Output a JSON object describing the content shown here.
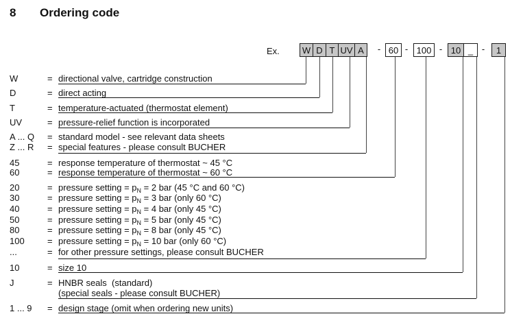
{
  "title": {
    "number": "8",
    "text": "Ordering code"
  },
  "example": {
    "label": "Ex.",
    "separator": "-",
    "boxes": [
      {
        "text": "W",
        "filled": true
      },
      {
        "text": "D",
        "filled": true
      },
      {
        "text": "T",
        "filled": true
      },
      {
        "text": "UV",
        "filled": true
      },
      {
        "text": "A",
        "filled": true
      },
      {
        "text": "60",
        "filled": false
      },
      {
        "text": "100",
        "filled": false
      },
      {
        "text": "10",
        "filled": true
      },
      {
        "text": "_",
        "filled": false
      },
      {
        "text": "1",
        "filled": true
      }
    ]
  },
  "symbols": {
    "equals": "="
  },
  "colors": {
    "page_bg": "#ffffff",
    "text": "#111111",
    "box_fill": "#c6c6c6",
    "box_border": "#1a1a1a",
    "connector_line": "#444444",
    "underline": "#111111"
  },
  "rows": [
    {
      "code": "W",
      "text": "directional valve, cartridge construction"
    },
    {
      "code": "D",
      "text": "direct acting"
    },
    {
      "code": "T",
      "text": "temperature-actuated (thermostat element)"
    },
    {
      "code": "UV",
      "text": "pressure-relief function is incorporated"
    },
    {
      "code": "A ... Q",
      "text": "standard model - see relevant data sheets"
    },
    {
      "code": "Z ... R",
      "text": "special features - please consult BUCHER"
    },
    {
      "code": "45",
      "text": "response temperature of thermostat ~ 45 °C"
    },
    {
      "code": "60",
      "text": "response temperature of thermostat ~ 60 °C"
    },
    {
      "code": "20",
      "text_pre": "pressure setting = p",
      "text_sub": "N",
      "text_post": " = 2 bar (45 °C and 60 °C)"
    },
    {
      "code": "30",
      "text_pre": "pressure setting = p",
      "text_sub": "N",
      "text_post": " = 3 bar (only 60 °C)"
    },
    {
      "code": "40",
      "text_pre": "pressure setting = p",
      "text_sub": "N",
      "text_post": " = 4 bar (only 45 °C)"
    },
    {
      "code": "50",
      "text_pre": "pressure setting = p",
      "text_sub": "N",
      "text_post": " = 5 bar (only 45 °C)"
    },
    {
      "code": "80",
      "text_pre": "pressure setting = p",
      "text_sub": "N",
      "text_post": " = 8 bar (only 45 °C)"
    },
    {
      "code": "100",
      "text_pre": "pressure setting = p",
      "text_sub": "N",
      "text_post": " = 10 bar (only 60 °C)"
    },
    {
      "code": "...",
      "text": "for other pressure settings, please consult BUCHER"
    },
    {
      "code": "10",
      "text": "size 10"
    },
    {
      "code": "J",
      "text": "HNBR seals  (standard)",
      "text2": "(special seals - please consult BUCHER)"
    },
    {
      "code": "1 ... 9",
      "text": "design stage (omit when ordering new units)"
    }
  ]
}
